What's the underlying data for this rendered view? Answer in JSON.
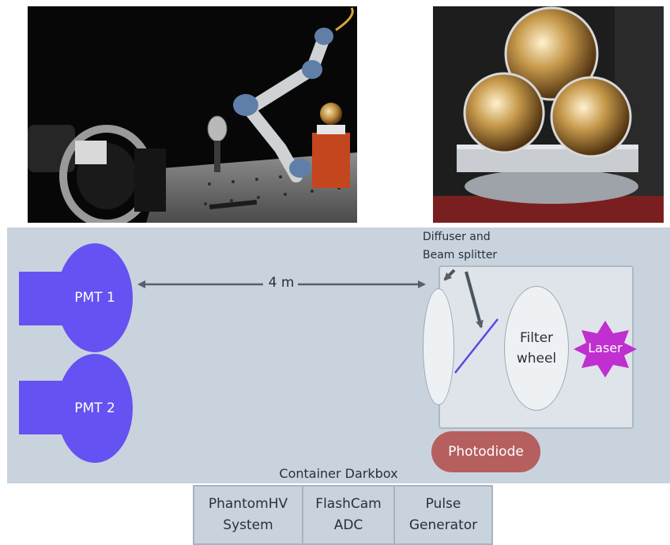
{
  "photos": {
    "left": "robot-arm-test-bench-photo",
    "right": "pmt-mount-photo"
  },
  "darkbox": {
    "title": "Container Darkbox",
    "pmts": [
      {
        "label": "PMT 1"
      },
      {
        "label": "PMT 2"
      }
    ],
    "distance_label": "4 m",
    "diffuser_label_line1": "Diffuser and",
    "diffuser_label_line2": "Beam splitter",
    "filter_label_line1": "Filter",
    "filter_label_line2": "wheel",
    "laser_label": "Laser",
    "photodiode_label": "Photodiode"
  },
  "equipment": [
    {
      "label": "PhantomHV\nSystem"
    },
    {
      "label": "FlashCam\nADC"
    },
    {
      "label": "Pulse\nGenerator"
    }
  ],
  "colors": {
    "pmt": "#6651f2",
    "laser": "#c02fd0",
    "photodiode": "#b55f5f",
    "darkbox": "#c9d3de",
    "arrow": "#56606d"
  }
}
